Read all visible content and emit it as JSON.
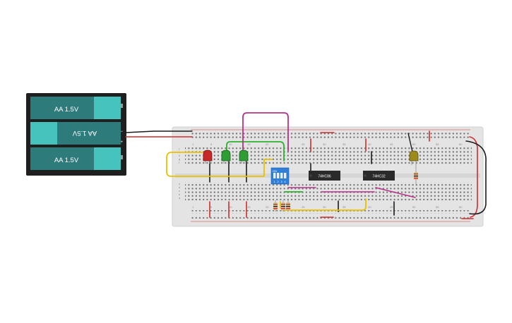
{
  "battery_pack": {
    "cells": [
      {
        "label": "AA 1.5V"
      },
      {
        "label": "AA 1.5V"
      },
      {
        "label": "AA 1.5V"
      }
    ],
    "terminal_minus": "−",
    "terminal_plus": "+"
  },
  "breadboard": {
    "column_numbers": [
      "1",
      "5",
      "10",
      "15",
      "20",
      "25",
      "30",
      "35",
      "40",
      "45",
      "50",
      "55",
      "60"
    ],
    "row_letters_top": [
      "j",
      "i",
      "h",
      "g",
      "f"
    ],
    "row_letters_bottom": [
      "e",
      "d",
      "c",
      "b",
      "a"
    ]
  },
  "dip_switch": {
    "on_label": "ON",
    "switch_numbers": [
      "1",
      "2",
      "3",
      "4"
    ]
  },
  "chips": [
    {
      "label": "74HC86"
    },
    {
      "label": "74HC32"
    }
  ],
  "leds": [
    {
      "color": "red"
    },
    {
      "color": "green"
    },
    {
      "color": "green"
    },
    {
      "color": "yellow"
    }
  ],
  "colors": {
    "battery_cell": "#2e7b7b",
    "battery_cap": "#46c3bd",
    "breadboard": "#e4e4e4",
    "rail_red": "#d22c2c",
    "wire_yellow": "#e8c100",
    "wire_green": "#2fb02f",
    "wire_magenta": "#b5338a",
    "wire_black": "#1b1b1b",
    "dip_switch": "#2f7fd8",
    "chip": "#2a2a2a"
  }
}
